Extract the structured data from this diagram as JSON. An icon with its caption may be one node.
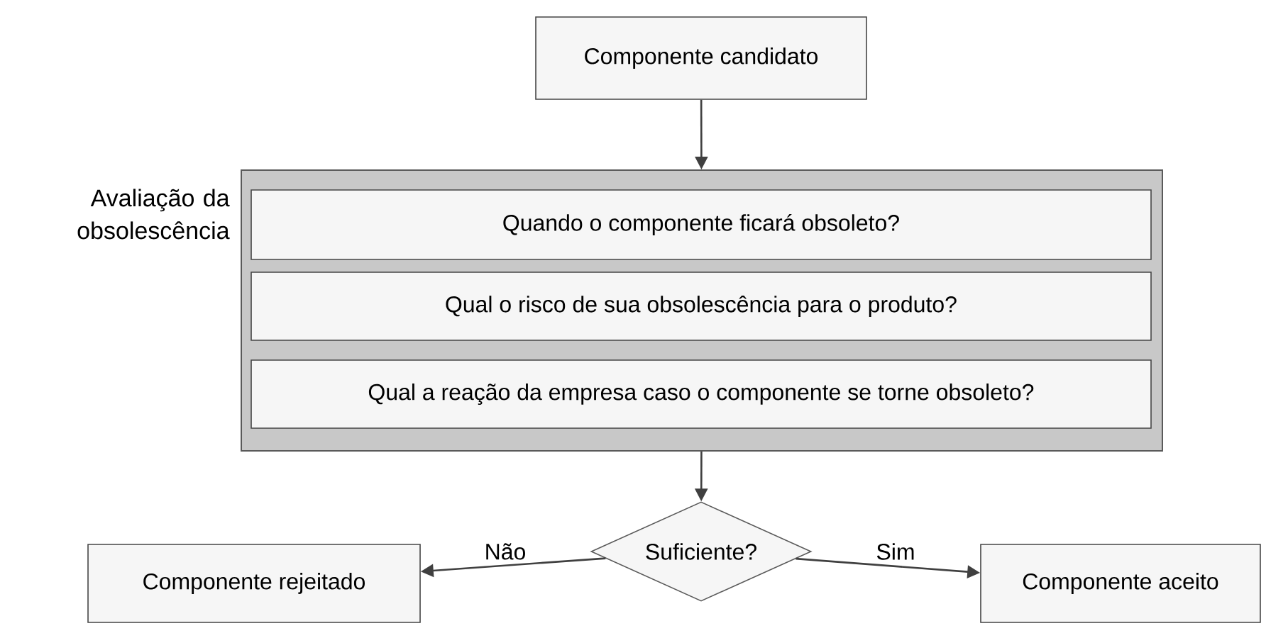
{
  "diagram": {
    "nodes": [
      {
        "text": [
          "Componente candidato"
        ]
      },
      {
        "text": [
          "Avaliação da obsolescência"
        ]
      },
      {
        "text": [
          "Quando o componente ficará obsoleto?"
        ],
        "in": 1
      },
      {
        "text": [
          "Qual o risco de sua obsolescência para o produto?"
        ],
        "in": 1
      },
      {
        "text": [
          "Qual a reação da empresa caso o componente se torne obsoleto?"
        ],
        "in": 1
      },
      {
        "text": [
          "Suficiente?"
        ]
      },
      {
        "text": [
          "Componente rejeitado"
        ]
      },
      {
        "text": [
          "Componente aceito"
        ]
      }
    ],
    "edges": [
      {
        "from": 0,
        "to": 1,
        "arrow": "to"
      },
      {
        "from": 1,
        "to": 5,
        "arrow": "to"
      },
      {
        "from": 5,
        "to": 6,
        "arrow": "to",
        "label": "Não"
      },
      {
        "from": 5,
        "to": 7,
        "arrow": "to",
        "label": "Sim"
      }
    ]
  }
}
